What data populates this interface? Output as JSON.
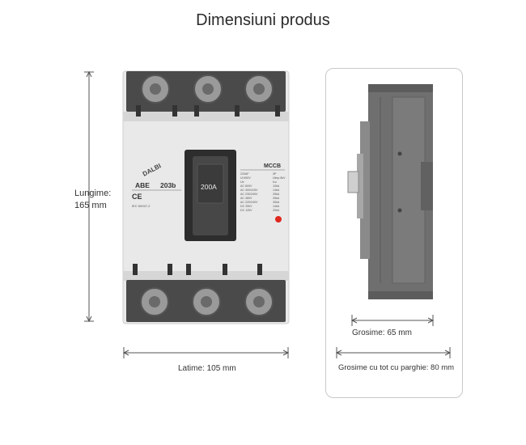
{
  "title": "Dimensiuni produs",
  "dimensions": {
    "length_label": "Lungime:",
    "length_value": "165 mm",
    "width_label": "Latime: 105 mm",
    "depth_label": "Grosime: 65 mm",
    "depth_total_label": "Grosime cu tot cu parghie: 80 mm"
  },
  "product": {
    "brand": "DALBI",
    "model_prefix": "ABE",
    "model_number": "203b",
    "type": "MCCB",
    "rating": "200A",
    "standard": "IEC 60947-2",
    "spec_lines": [
      "220AF",
      "Ui 690V",
      "Ue",
      "AC 600V",
      "AC 400/415V",
      "AC 230/240V",
      "AC 380V",
      "AC 220/240V",
      "DC 250V",
      "DC 125V"
    ],
    "spec_values": [
      "3P",
      "Uimp 8kV",
      "Icu",
      "10kA",
      "14kA",
      "25kA",
      "26kA",
      "30kA",
      "14kA",
      "20kA"
    ]
  },
  "colors": {
    "body": "#e8e8e8",
    "terminal_block": "#4d4d4d",
    "handle": "#3a3a3a",
    "indicator": "#e0281e",
    "side_body": "#6f6f6f"
  }
}
